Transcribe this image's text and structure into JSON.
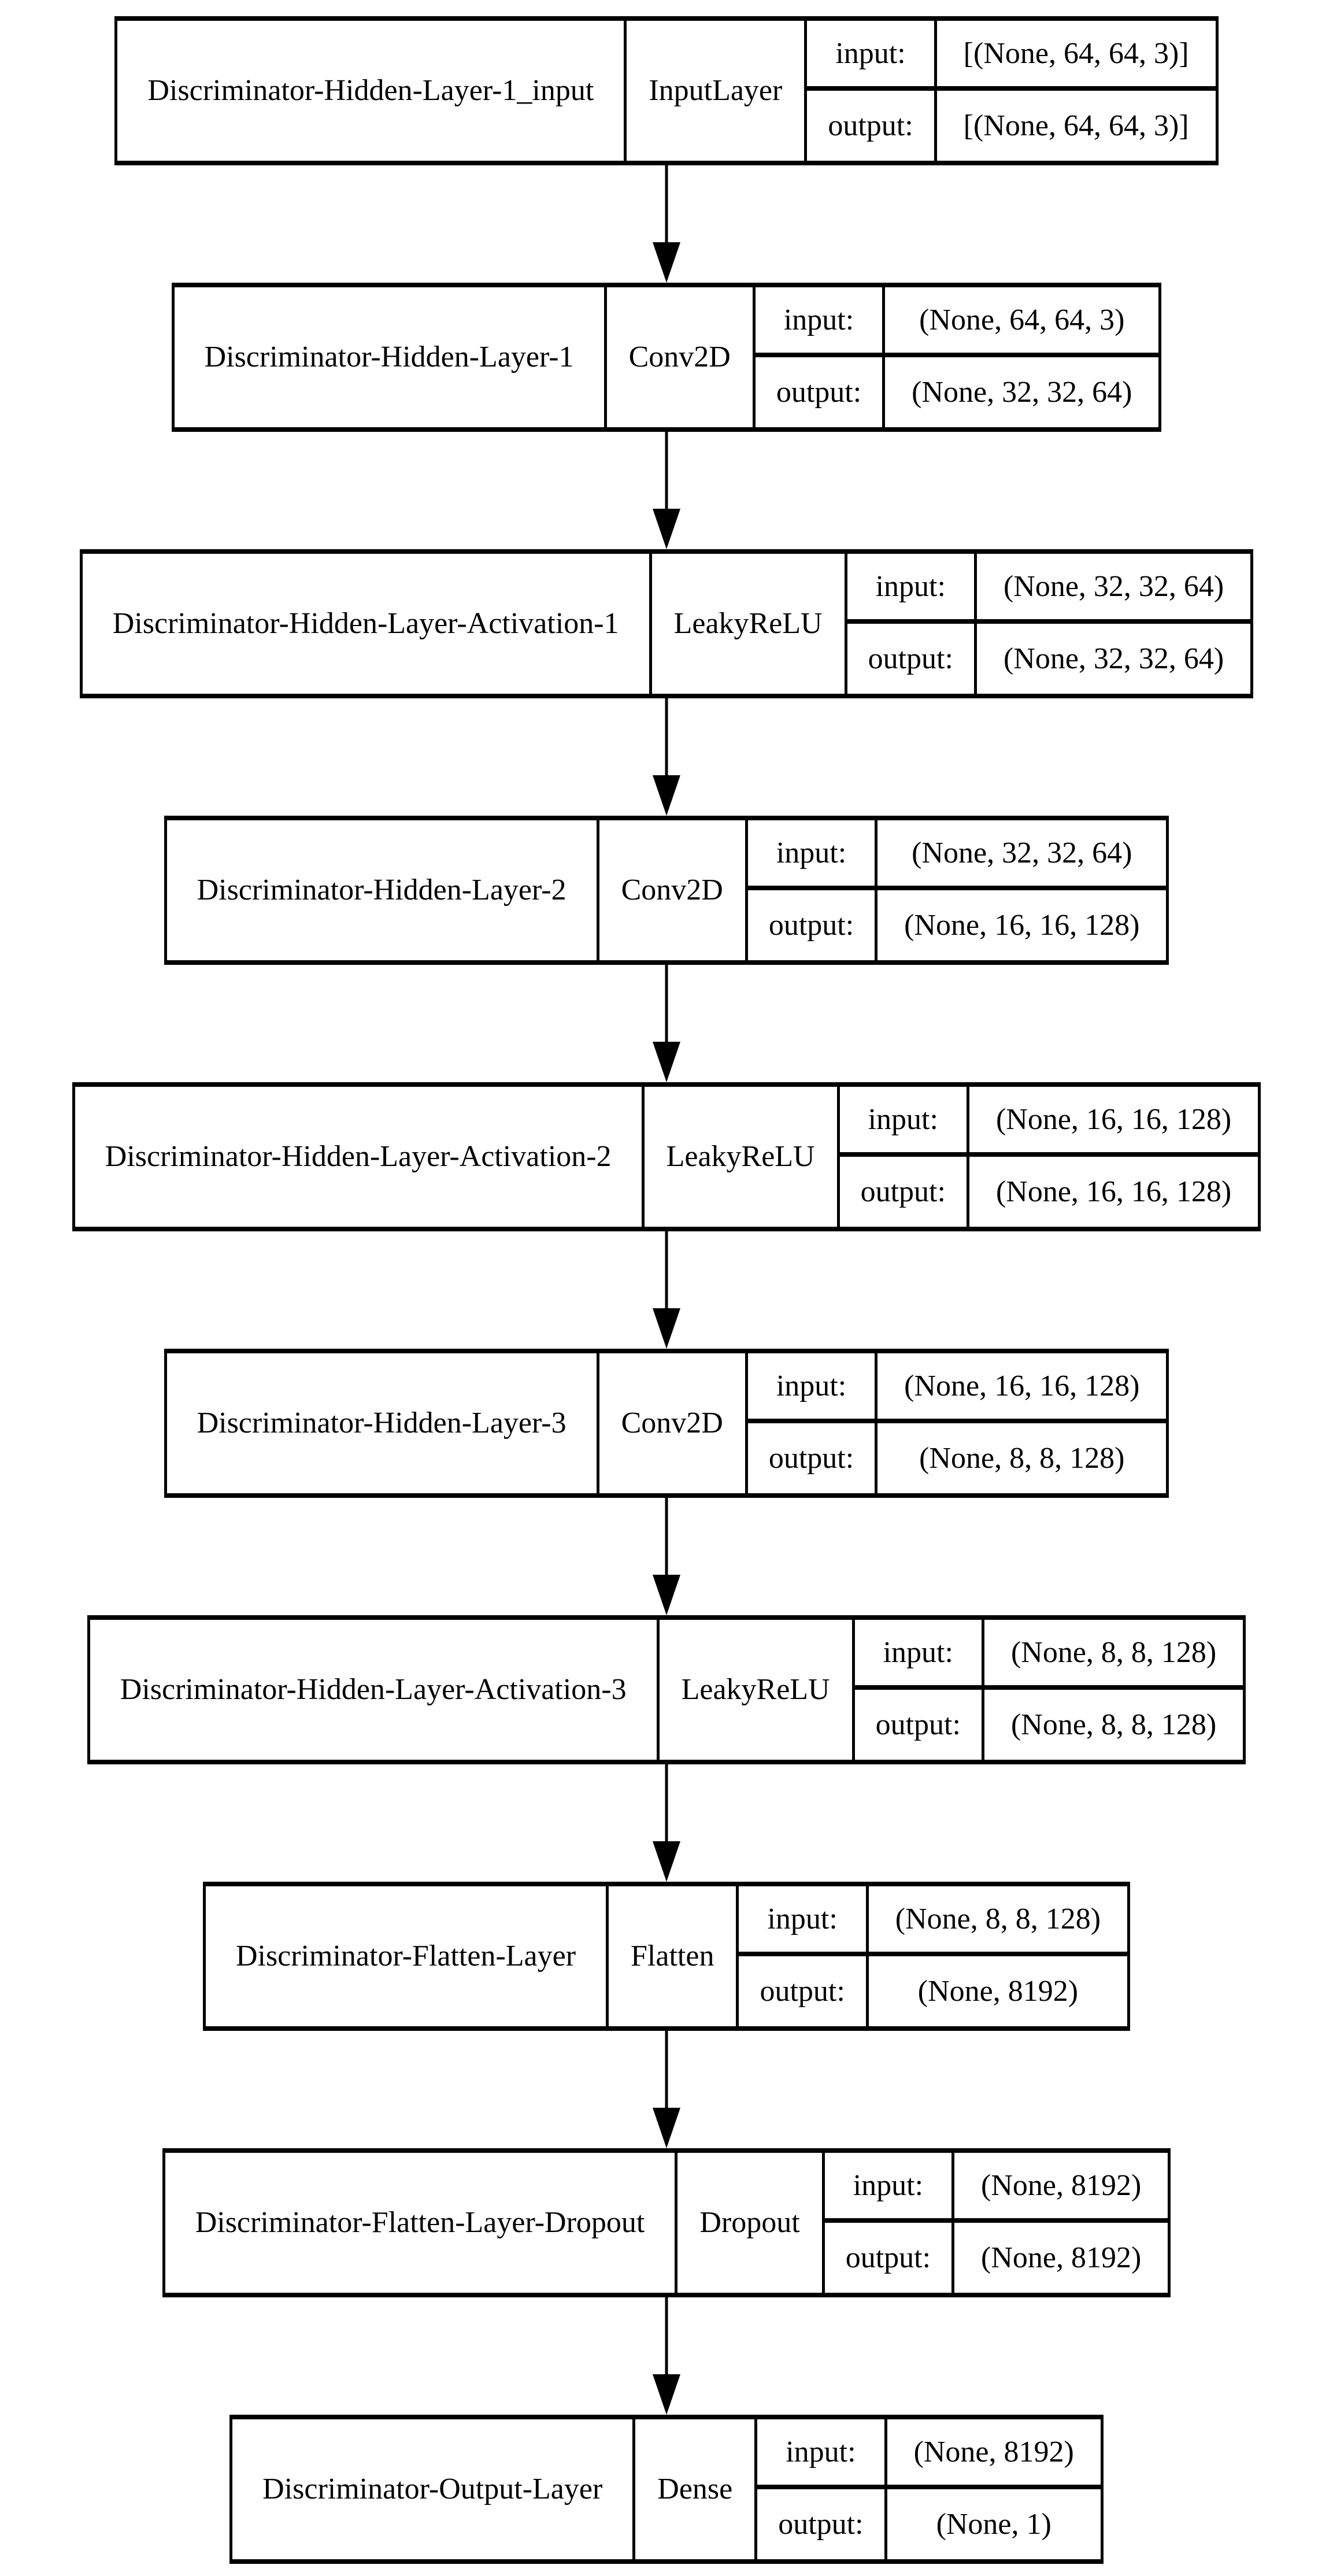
{
  "diagram": {
    "kind": "keras-model-plot",
    "model_name": "Discriminator"
  },
  "labels": {
    "input": "input:",
    "output": "output:"
  },
  "colors": {
    "border": "#000000",
    "background": "#ffffff",
    "text": "#000000"
  },
  "layers": [
    {
      "name": "Discriminator-Hidden-Layer-1_input",
      "type": "InputLayer",
      "input_shape": "[(None, 64, 64, 3)]",
      "output_shape": "[(None, 64, 64, 3)]"
    },
    {
      "name": "Discriminator-Hidden-Layer-1",
      "type": "Conv2D",
      "input_shape": "(None, 64, 64, 3)",
      "output_shape": "(None, 32, 32, 64)"
    },
    {
      "name": "Discriminator-Hidden-Layer-Activation-1",
      "type": "LeakyReLU",
      "input_shape": "(None, 32, 32, 64)",
      "output_shape": "(None, 32, 32, 64)"
    },
    {
      "name": "Discriminator-Hidden-Layer-2",
      "type": "Conv2D",
      "input_shape": "(None, 32, 32, 64)",
      "output_shape": "(None, 16, 16, 128)"
    },
    {
      "name": "Discriminator-Hidden-Layer-Activation-2",
      "type": "LeakyReLU",
      "input_shape": "(None, 16, 16, 128)",
      "output_shape": "(None, 16, 16, 128)"
    },
    {
      "name": "Discriminator-Hidden-Layer-3",
      "type": "Conv2D",
      "input_shape": "(None, 16, 16, 128)",
      "output_shape": "(None, 8, 8, 128)"
    },
    {
      "name": "Discriminator-Hidden-Layer-Activation-3",
      "type": "LeakyReLU",
      "input_shape": "(None, 8, 8, 128)",
      "output_shape": "(None, 8, 8, 128)"
    },
    {
      "name": "Discriminator-Flatten-Layer",
      "type": "Flatten",
      "input_shape": "(None, 8, 8, 128)",
      "output_shape": "(None, 8192)"
    },
    {
      "name": "Discriminator-Flatten-Layer-Dropout",
      "type": "Dropout",
      "input_shape": "(None, 8192)",
      "output_shape": "(None, 8192)"
    },
    {
      "name": "Discriminator-Output-Layer",
      "type": "Dense",
      "input_shape": "(None, 8192)",
      "output_shape": "(None, 1)"
    }
  ]
}
